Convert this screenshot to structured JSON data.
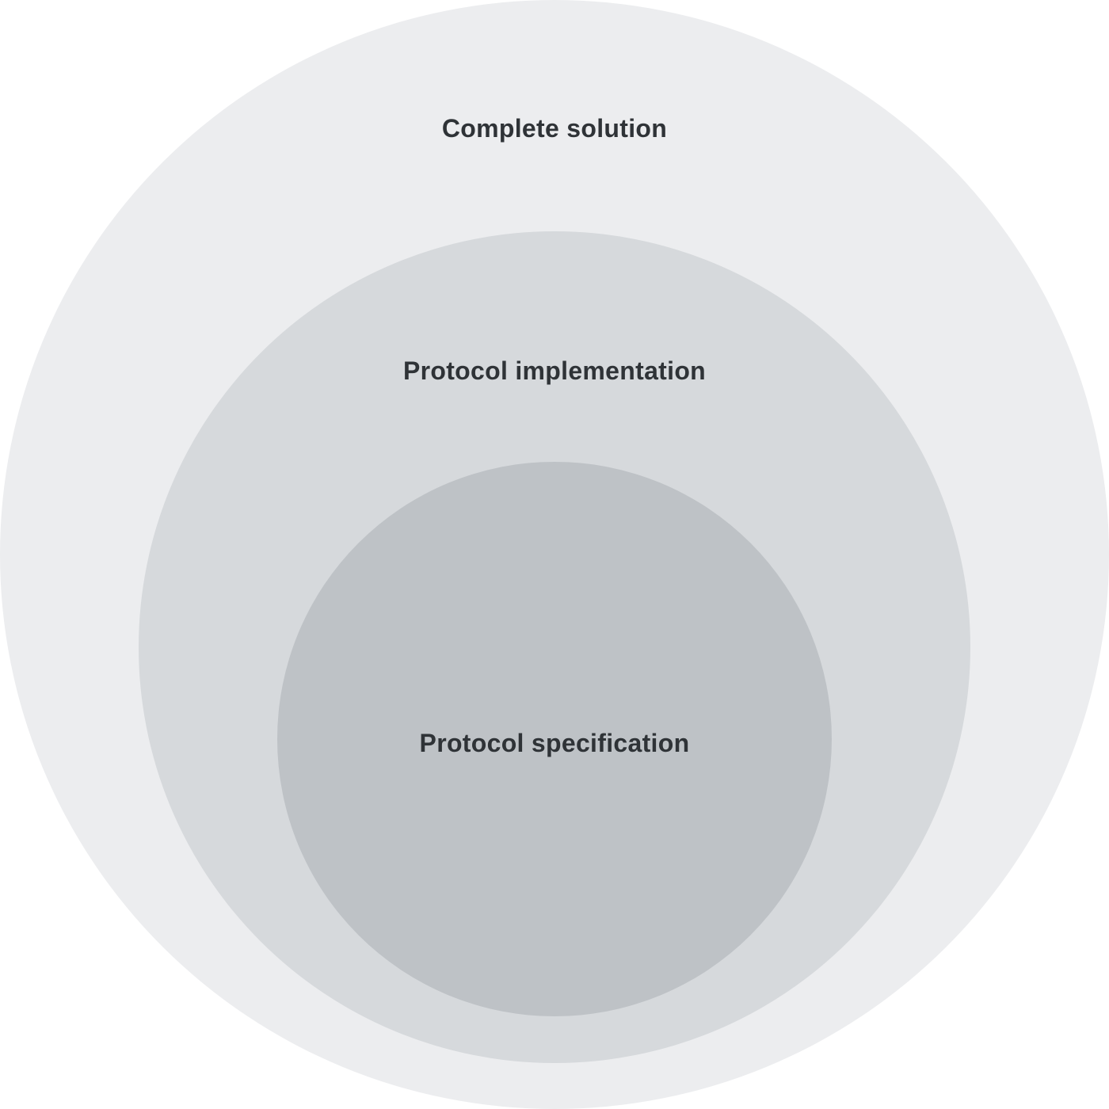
{
  "diagram": {
    "layers": [
      {
        "id": "outer",
        "label": "Complete solution",
        "color": "#ecedef"
      },
      {
        "id": "middle",
        "label": "Protocol implementation",
        "color": "#d6d9dc"
      },
      {
        "id": "inner",
        "label": "Protocol specification",
        "color": "#bec2c6"
      }
    ],
    "text_color": "#2f3337"
  }
}
